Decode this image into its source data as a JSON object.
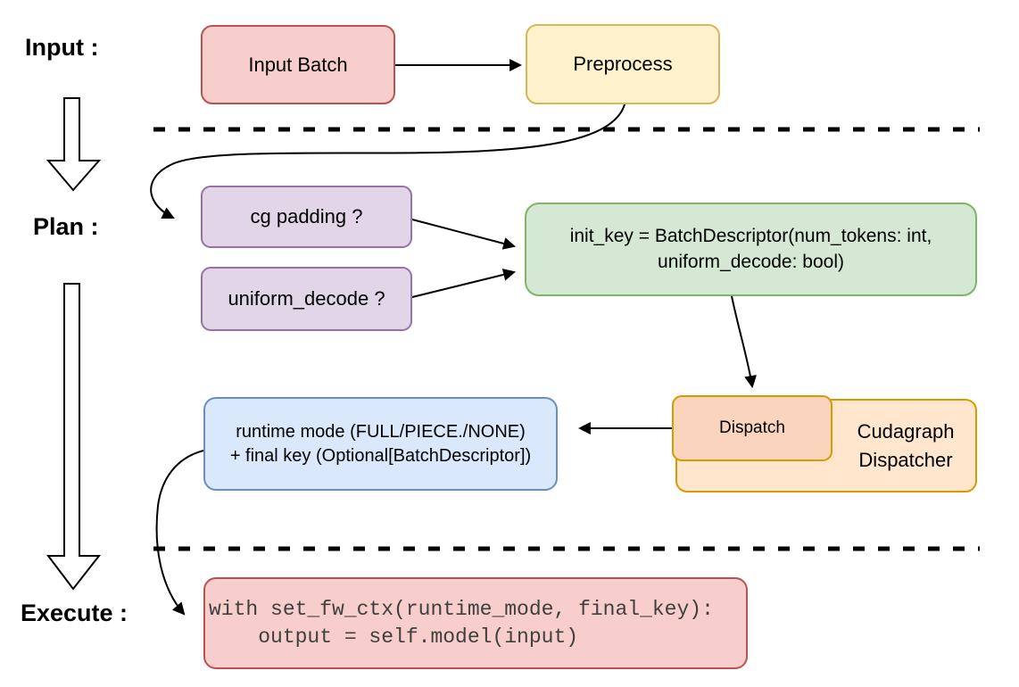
{
  "diagram": {
    "stage_labels": {
      "input": "Input :",
      "plan": "Plan :",
      "execute": "Execute :"
    },
    "nodes": {
      "input_batch": {
        "label": "Input Batch",
        "fill": "#F8CECC",
        "border": "#B85450"
      },
      "preprocess": {
        "label": "Preprocess",
        "fill": "#FFF2CC",
        "border": "#D6B656"
      },
      "cg_padding": {
        "label": "cg padding ?",
        "fill": "#E1D5E7",
        "border": "#9673A6"
      },
      "uniform_decode": {
        "label": "uniform_decode ?",
        "fill": "#E1D5E7",
        "border": "#9673A6"
      },
      "init_key": {
        "line1": "init_key = BatchDescriptor(num_tokens: int,",
        "line2": "uniform_decode: bool)",
        "fill": "#D5E8D4",
        "border": "#82B366"
      },
      "dispatch": {
        "label": "Dispatch",
        "fill": "#FAD4BC",
        "border": "#D79B00"
      },
      "cudagraph_dispatcher": {
        "line1": "Cudagraph",
        "line2": "Dispatcher",
        "fill": "#FFE6CC",
        "border": "#D79B00"
      },
      "runtime_mode": {
        "line1": "runtime mode (FULL/PIECE./NONE)",
        "line2": "+ final key (Optional[BatchDescriptor])",
        "fill": "#DAE8FC",
        "border": "#6C8EBF"
      },
      "execute_code": {
        "line1": "with set_fw_ctx(runtime_mode, final_key):",
        "line2": "    output = self.model(input)",
        "fill": "#F8CECC",
        "border": "#B85450"
      }
    },
    "connector_color": "#000000",
    "dashed_divider_color": "#000000"
  }
}
